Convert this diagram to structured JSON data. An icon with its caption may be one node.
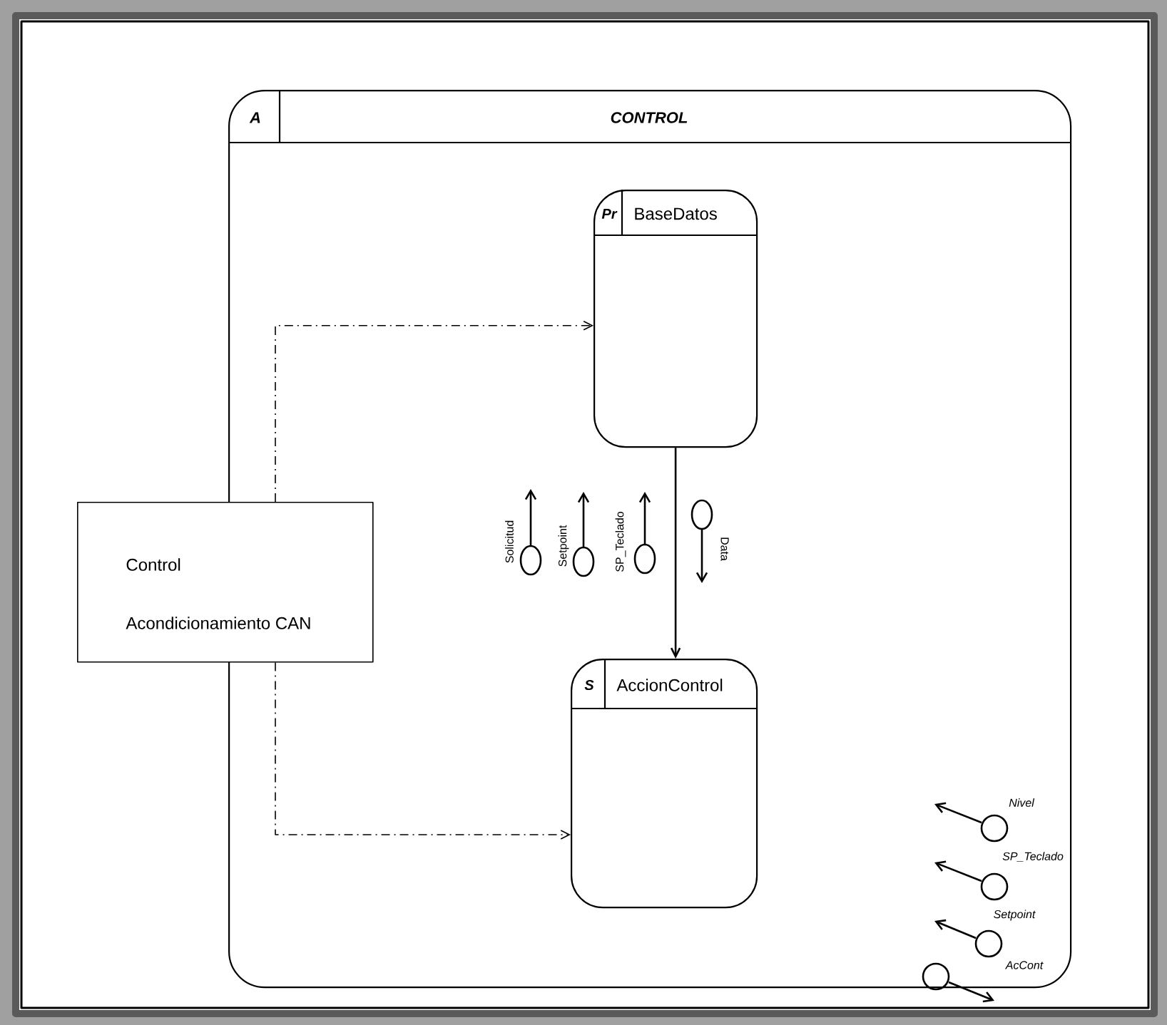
{
  "diagram": {
    "nodes": [
      {
        "text": [
          "A",
          "CONTROL"
        ]
      },
      {
        "text": [
          "Pr",
          "BaseDatos"
        ],
        "in": 0
      },
      {
        "text": [
          "S",
          "AccionControl"
        ],
        "in": 0
      },
      {
        "text": [
          "Control",
          "Acondicionamiento CAN"
        ]
      }
    ],
    "edges": [
      {
        "from": 3,
        "to": 1,
        "arrow": "to",
        "style": "dashed"
      },
      {
        "from": 3,
        "to": 2,
        "arrow": "to",
        "style": "dashed"
      },
      {
        "from": 1,
        "to": 2,
        "arrow": "to"
      }
    ],
    "labels": [
      "Solicitud",
      "Setpoint",
      "SP_Teclado",
      "Data",
      "Nivel",
      "SP_Teclado",
      "Setpoint",
      "AcCont"
    ]
  }
}
